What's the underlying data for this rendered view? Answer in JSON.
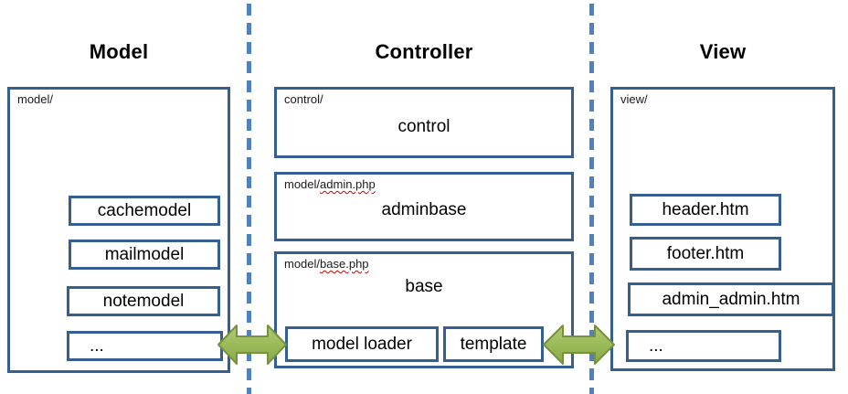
{
  "titles": {
    "model": "Model",
    "controller": "Controller",
    "view": "View"
  },
  "model": {
    "label": "model/",
    "items": [
      "cachemodel",
      "mailmodel",
      "notemodel",
      "..."
    ]
  },
  "controller": {
    "control": {
      "label": "control/",
      "name": "control"
    },
    "adminbase": {
      "label_prefix": "model/",
      "label_file": "admin.php",
      "name": "adminbase"
    },
    "base": {
      "label_prefix": "model/",
      "label_file": "base.php",
      "name": "base",
      "model_loader": "model loader",
      "template": "template"
    }
  },
  "view": {
    "label": "view/",
    "items": [
      "header.htm",
      "footer.htm",
      "admin_admin.htm",
      "..."
    ]
  },
  "colors": {
    "box_border": "#365f91",
    "dashed_separator": "#4f81bd",
    "arrow_fill": "#9bbb59",
    "arrow_fill_light": "#b2ca75",
    "arrow_fill_dark": "#89a74c",
    "arrow_border": "#76923c",
    "spellcheck_squiggle": "#cc0000",
    "text": "#000000"
  }
}
